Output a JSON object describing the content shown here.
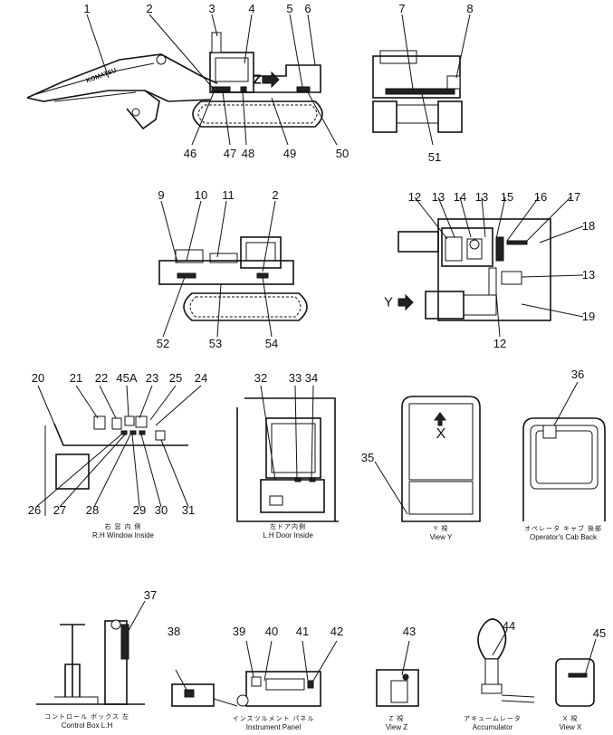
{
  "callouts": [
    "1",
    "2",
    "3",
    "4",
    "5",
    "6",
    "7",
    "8",
    "46",
    "47",
    "48",
    "49",
    "50",
    "51",
    "9",
    "10",
    "11",
    "2",
    "52",
    "53",
    "54",
    "12",
    "13",
    "14",
    "13",
    "15",
    "16",
    "17",
    "18",
    "13",
    "19",
    "12",
    "20",
    "21",
    "22",
    "45A",
    "23",
    "25",
    "24",
    "26",
    "27",
    "28",
    "29",
    "30",
    "31",
    "32",
    "33",
    "34",
    "35",
    "36",
    "37",
    "38",
    "39",
    "40",
    "41",
    "42",
    "43",
    "44",
    "45"
  ],
  "boom_brand": "KOMATSU",
  "z_marker": "Z",
  "y_marker": "Y",
  "x_marker": "X",
  "captions": {
    "rh_window": {
      "jp": "右 窓 内 側",
      "en": "R.H Window Inside"
    },
    "lh_door": {
      "jp": "左ドア内側",
      "en": "L.H Door Inside"
    },
    "view_y": {
      "jp": "Y 視",
      "en": "View Y"
    },
    "cab_back": {
      "jp": "オペレータ キャブ 後部",
      "en": "Operator's Cab Back"
    },
    "control_box": {
      "jp": "コントロール ボックス 左",
      "en": "Control Box L.H"
    },
    "instrument_panel": {
      "jp": "インスツルメント パネル",
      "en": "Instrument Panel"
    },
    "view_z": {
      "jp": "Z 視",
      "en": "View Z"
    },
    "accumulator": {
      "jp": "アキュームレータ",
      "en": "Accumulator"
    },
    "view_x": {
      "jp": "X 視",
      "en": "View X"
    }
  }
}
